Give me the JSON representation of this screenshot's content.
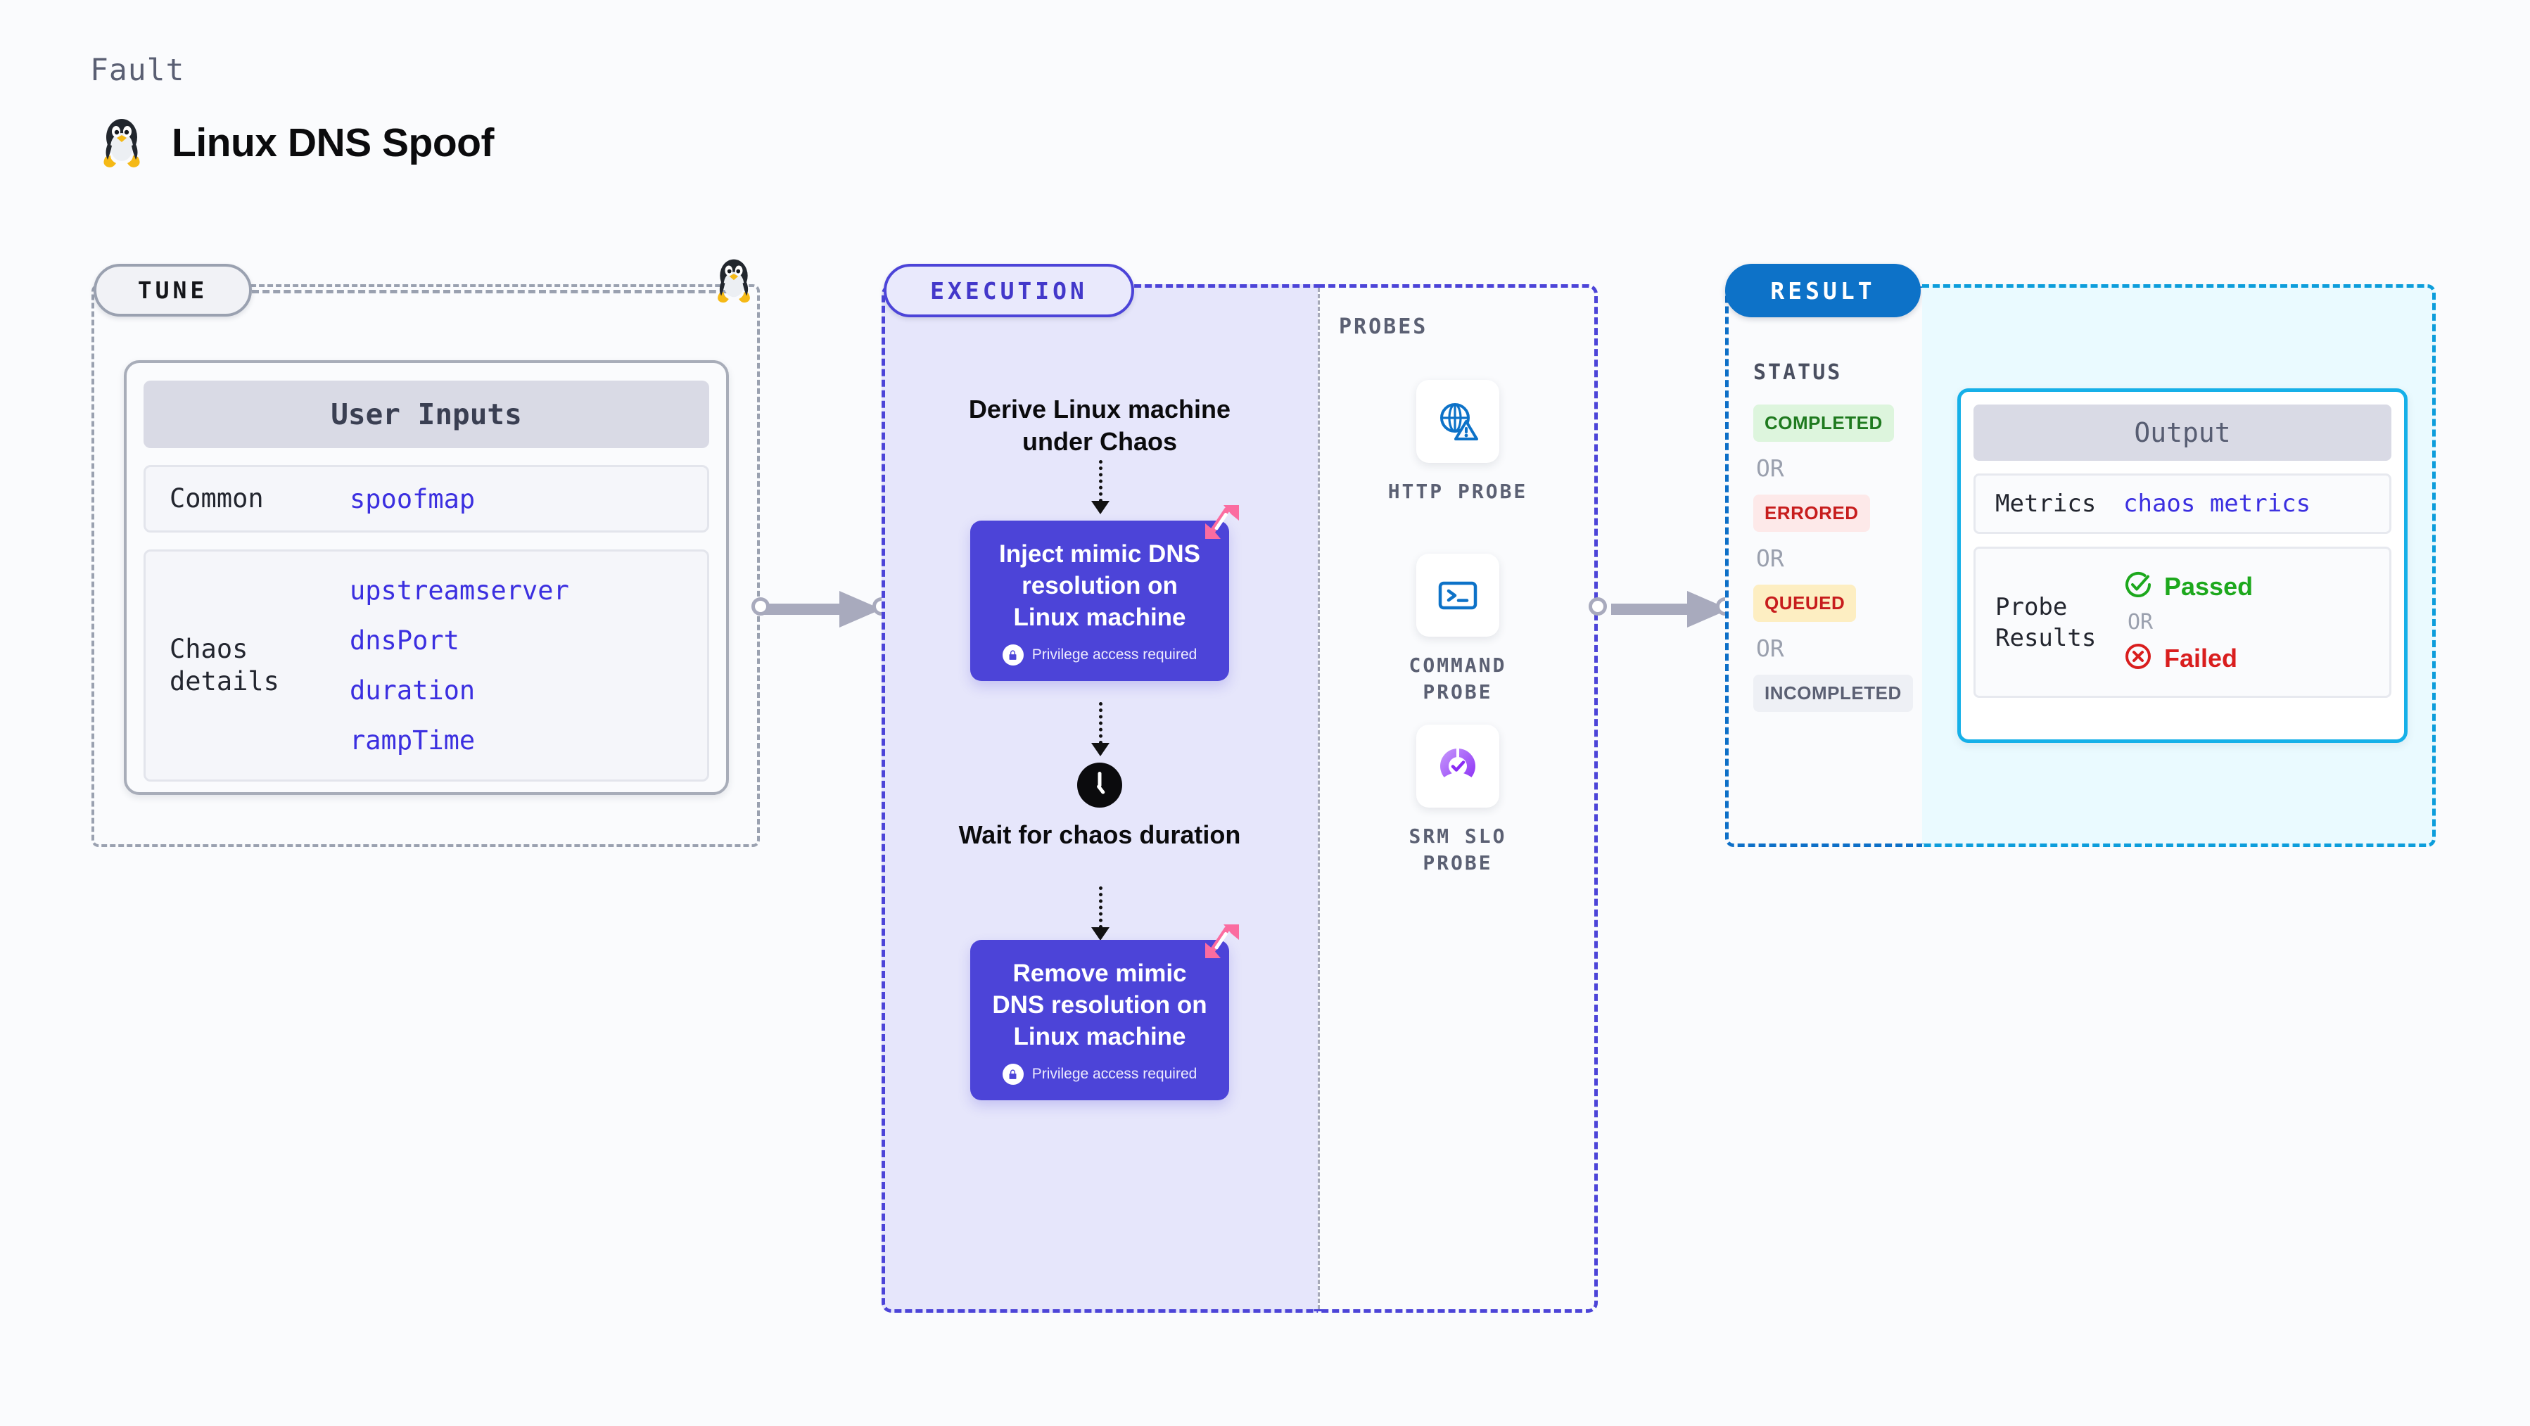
{
  "header": {
    "kicker": "Fault",
    "title": "Linux DNS Spoof",
    "icon": "linux-penguin-icon"
  },
  "stages": {
    "tune": "TUNE",
    "execution": "EXECUTION",
    "probes": "PROBES",
    "result": "RESULT"
  },
  "tune": {
    "card_title": "User Inputs",
    "rows": [
      {
        "label": "Common",
        "values": [
          "spoofmap"
        ]
      },
      {
        "label": "Chaos details",
        "values": [
          "upstreamserver",
          "dnsPort",
          "duration",
          "rampTime"
        ]
      }
    ]
  },
  "execution": {
    "derive_label": "Derive Linux machine\nunder Chaos",
    "inject": {
      "title": "Inject mimic DNS resolution on Linux machine",
      "note": "Privilege access required",
      "note_icon": "lock-icon",
      "corner_icon": "harness-logo-icon"
    },
    "wait_label": "Wait for chaos\nduration",
    "wait_icon": "clock-icon",
    "remove": {
      "title": "Remove mimic DNS resolution on Linux machine",
      "note": "Privilege access required",
      "note_icon": "lock-icon",
      "corner_icon": "harness-logo-icon"
    }
  },
  "probes": [
    {
      "label": "HTTP PROBE",
      "icon": "globe-warning-icon"
    },
    {
      "label": "COMMAND\nPROBE",
      "icon": "terminal-icon"
    },
    {
      "label": "SRM SLO\nPROBE",
      "icon": "slo-donut-check-icon"
    }
  ],
  "result": {
    "status_heading": "STATUS",
    "or_text": "OR",
    "statuses": [
      {
        "label": "COMPLETED",
        "style": "completed"
      },
      {
        "label": "ERRORED",
        "style": "errored"
      },
      {
        "label": "QUEUED",
        "style": "queued"
      },
      {
        "label": "INCOMPLETED",
        "style": "incompleted"
      }
    ]
  },
  "output": {
    "card_title": "Output",
    "metrics_label": "Metrics",
    "metrics_value": "chaos metrics",
    "probe_results_label": "Probe\nResults",
    "passed_label": "Passed",
    "passed_icon": "check-circle-icon",
    "or_text": "OR",
    "failed_label": "Failed",
    "failed_icon": "x-circle-icon"
  },
  "colors": {
    "background": "#fafbfd",
    "execution_accent": "#4c44d8",
    "execution_fill": "#e6e6fb",
    "result_accent": "#0d72c8",
    "output_accent": "#16b0e8",
    "output_fill": "#eafaff",
    "tune_accent": "#9aa1b0",
    "link": "#3b2fe0",
    "harness_pink": "#fb6ca0",
    "passed_green": "#1da81d",
    "failed_red": "#d91e1e"
  }
}
